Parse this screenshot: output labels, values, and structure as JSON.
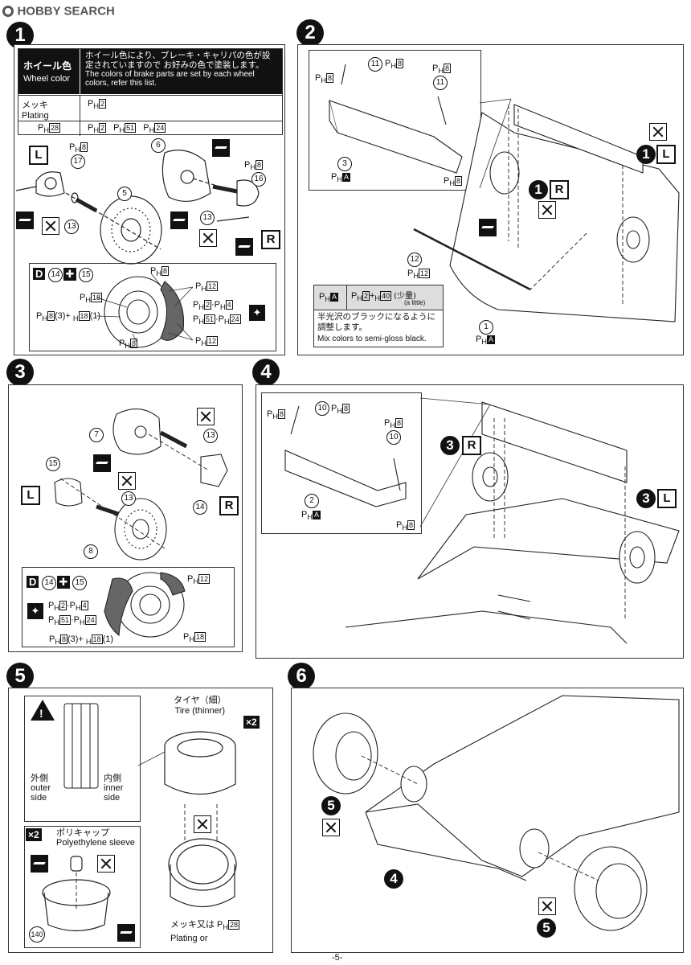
{
  "header": {
    "logo": "HOBBY SEARCH"
  },
  "steps": {
    "s1": "1",
    "s2": "2",
    "s3": "3",
    "s4": "4",
    "s5": "5",
    "s6": "6"
  },
  "step1": {
    "wheel_color_jp": "ホイール色",
    "wheel_color_en": "Wheel color",
    "note_jp": "ホイール色により、ブレーキ・キャリパの色が設定されていますので お好みの色で塗装します。",
    "note_en": "The colors of brake parts are set by each wheel colors, refer this list.",
    "plating_jp": "メッキ",
    "plating_en": "Plating",
    "ph2": "2",
    "ph28": "28",
    "ph51": "51",
    "ph24": "24",
    "parts": {
      "p17": "17",
      "p5": "5",
      "p6": "6",
      "p16": "16",
      "p13a": "13",
      "p13b": "13"
    },
    "ph8": "8",
    "ph12": "12",
    "ph18": "18",
    "ph4": "4",
    "D": "D",
    "p14": "14",
    "p15": "15",
    "mix1": "(3)+",
    "mix2": "(1)",
    "L": "L",
    "R": "R"
  },
  "step2": {
    "p11a": "11",
    "p11b": "11",
    "p3": "3",
    "p12": "12",
    "p1": "1",
    "ph8": "8",
    "ph12": "12",
    "A": "A",
    "color_label": "A",
    "color_mix": "2 + ",
    "color_mix2": "40",
    "little_jp": "(少量)",
    "little_en": "(a little)",
    "semigloss_jp": "半光沢のブラックになるように調整します。",
    "semigloss_en": "Mix colors to semi-gloss black.",
    "ref1R": "1",
    "ref1L": "1",
    "R": "R",
    "L": "L"
  },
  "step3": {
    "p7": "7",
    "p13a": "13",
    "p13b": "13",
    "p15": "15",
    "p14": "14",
    "p8": "8",
    "L": "L",
    "R": "R",
    "D": "D",
    "pp14": "14",
    "pp15": "15",
    "ph12": "12",
    "ph2": "2",
    "ph4": "4",
    "ph51": "51",
    "ph24": "24",
    "ph18": "18",
    "ph8": "8",
    "mix1": "(3)+",
    "mix2": "(1)"
  },
  "step4": {
    "p10a": "10",
    "p10b": "10",
    "p2": "2",
    "ph8": "8",
    "A": "A",
    "ref3R": "3",
    "ref3L": "3",
    "R": "R",
    "L": "L"
  },
  "step5": {
    "tire_jp": "タイヤ（細）",
    "tire_en": "Tire (thinner)",
    "x2a": "×2",
    "x2b": "×2",
    "outer_jp": "外側",
    "outer_en1": "outer",
    "outer_en2": "side",
    "inner_jp": "内側",
    "inner_en1": "inner",
    "inner_en2": "side",
    "poly_jp": "ポリキャップ",
    "poly_en": "Polyethylene sleeve",
    "p140": "140",
    "plating_jp": "メッキ又は",
    "plating_en": "Plating",
    "or": "or",
    "ph28": "28"
  },
  "step6": {
    "ref5a": "5",
    "ref5b": "5",
    "ref4": "4"
  },
  "footer": {
    "page": "-5-"
  },
  "ph_label": "P",
  "ph_sub": "H"
}
